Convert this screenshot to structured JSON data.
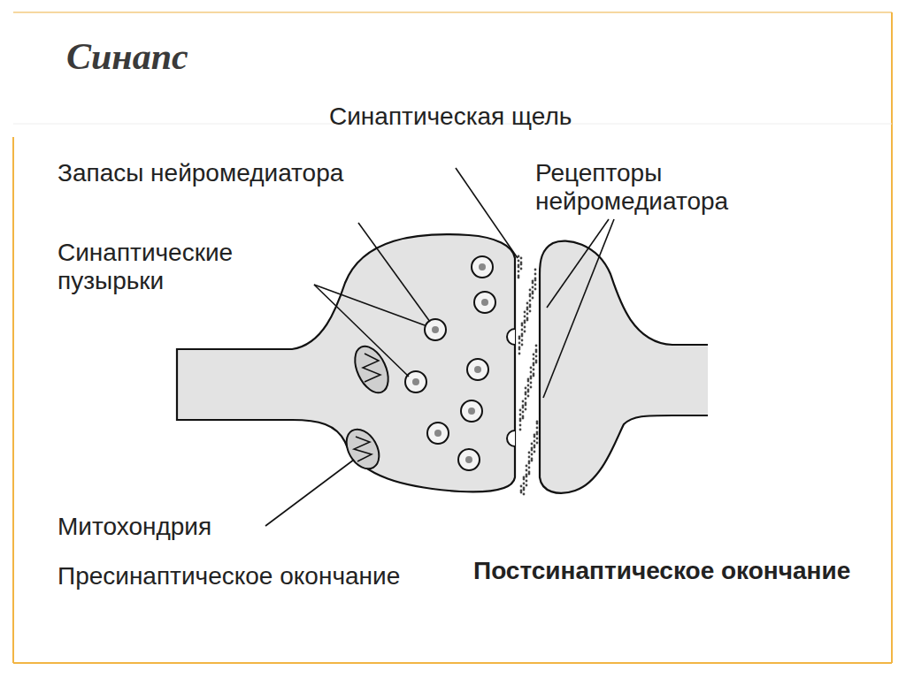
{
  "diagram": {
    "title": "Синапс",
    "labels": [
      "Синаптическая щель",
      "Запасы нейромедиатора",
      "Рецепторы нейромедиатора",
      "Синаптические пузырьки",
      "Митохондрия",
      "Пресинаптическое окончание",
      "Постсинаптическое окончание"
    ]
  }
}
